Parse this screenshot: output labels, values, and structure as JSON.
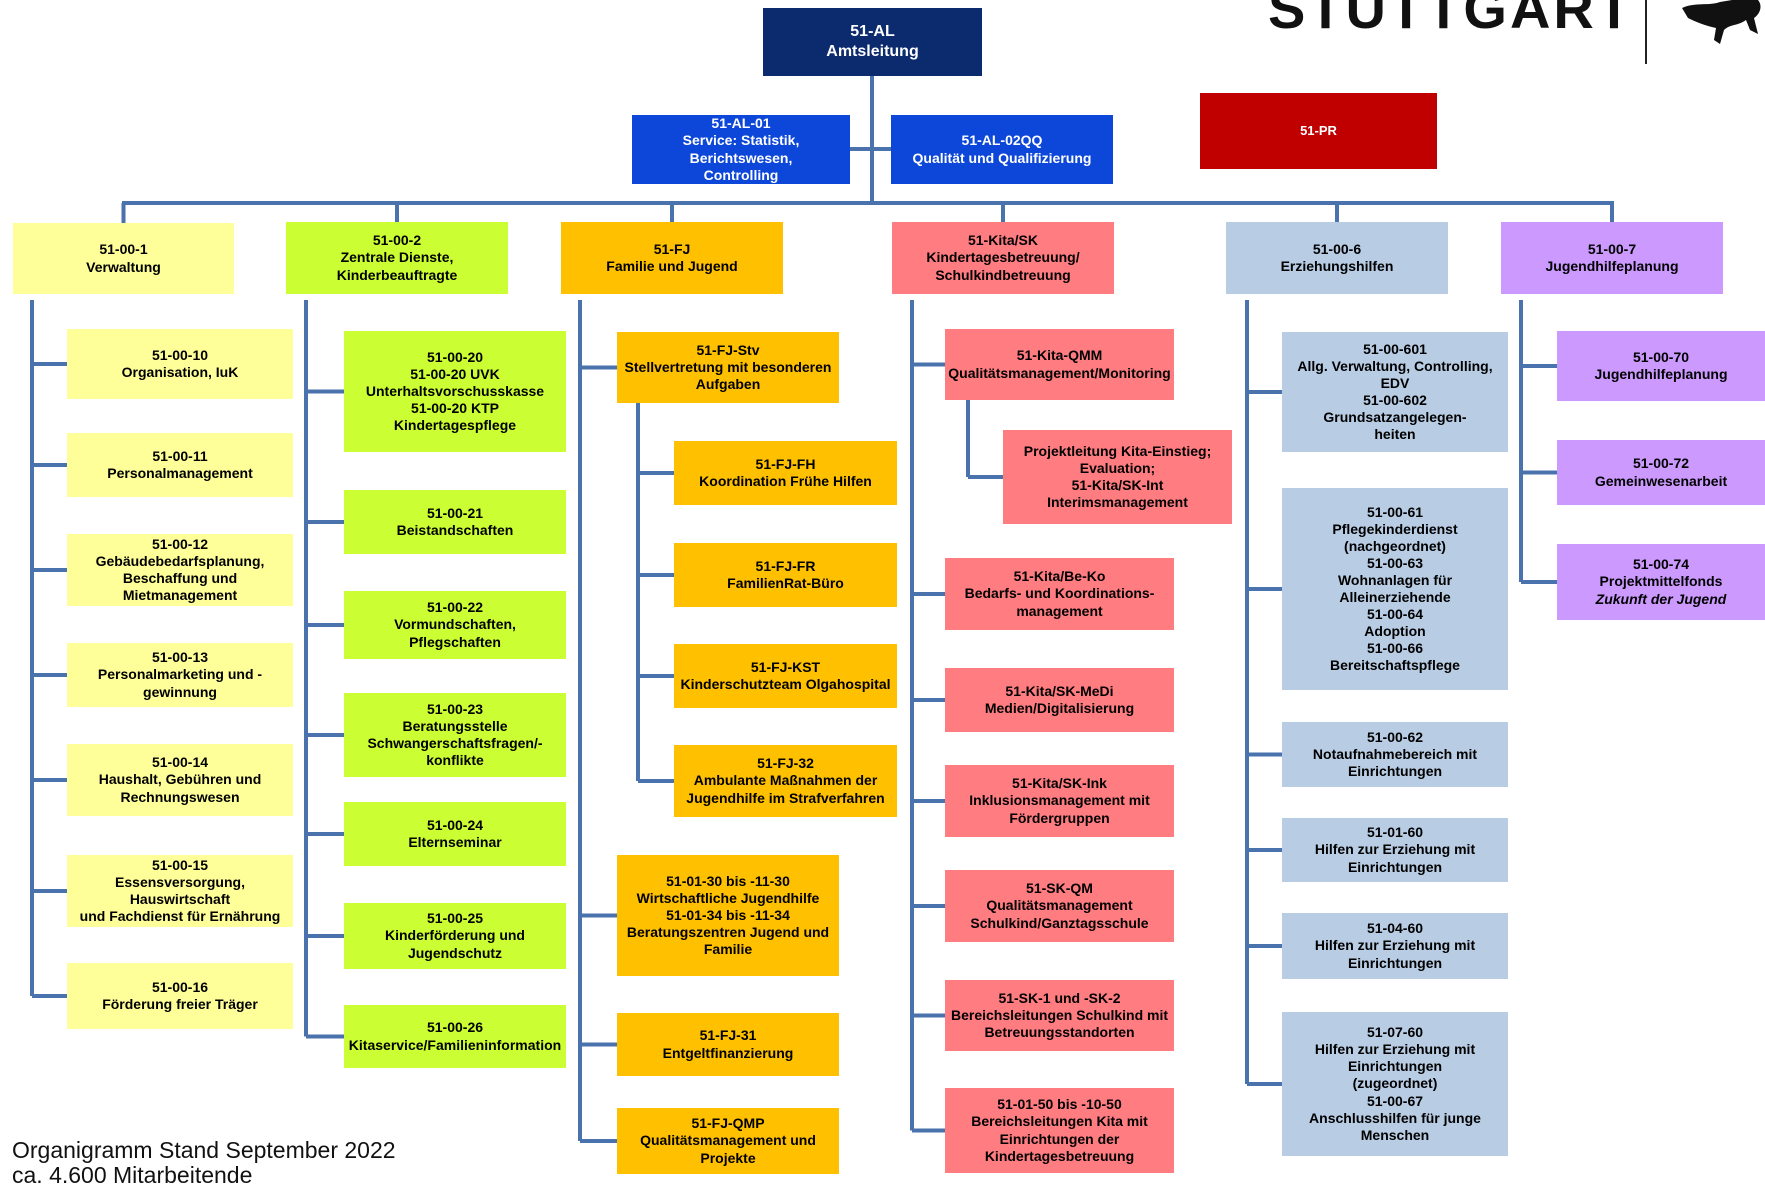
{
  "header": {
    "logo_text": "STUTTGART"
  },
  "footer": {
    "line1": "Organigramm Stand September 2022",
    "line2": "ca. 4.600 Mitarbeitende"
  },
  "colors": {
    "connector": "#4a72ad",
    "navy": "#0c2a6e",
    "blue": "#0d47d9",
    "red": "#c00000",
    "yellow": "#ffff99",
    "lime": "#ccff33",
    "orange": "#ffc000",
    "salmon": "#ff7c80",
    "lightblue": "#b8cce4",
    "lavender": "#cc99ff"
  },
  "top": {
    "amtsleitung": {
      "lines": [
        "51-AL",
        "Amtsleitung"
      ]
    },
    "service": {
      "lines": [
        "51-AL-01",
        "Service: Statistik, Berichtswesen,",
        "Controlling"
      ]
    },
    "qualitaet": {
      "lines": [
        "51-AL-02QQ",
        "Qualität und Qualifizierung"
      ]
    },
    "pr": {
      "lines": [
        "51-PR"
      ]
    }
  },
  "columns": [
    {
      "id": "verwaltung",
      "color": "yellow",
      "header": {
        "lines": [
          "51-00-1",
          "Verwaltung"
        ]
      },
      "items": [
        {
          "lines": [
            "51-00-10",
            "Organisation, IuK"
          ]
        },
        {
          "lines": [
            "51-00-11",
            "Personalmanagement"
          ]
        },
        {
          "lines": [
            "51-00-12",
            "Gebäudebedarfsplanung,",
            "Beschaffung und Mietmanagement"
          ]
        },
        {
          "lines": [
            "51-00-13",
            "Personalmarketing und -gewinnung"
          ]
        },
        {
          "lines": [
            "51-00-14",
            "Haushalt, Gebühren und",
            "Rechnungswesen"
          ]
        },
        {
          "lines": [
            "51-00-15",
            "Essensversorgung, Hauswirtschaft",
            "und Fachdienst für Ernährung"
          ]
        },
        {
          "lines": [
            "51-00-16",
            "Förderung freier Träger"
          ]
        }
      ]
    },
    {
      "id": "zentrale-dienste",
      "color": "lime",
      "header": {
        "lines": [
          "51-00-2",
          "Zentrale Dienste,",
          "Kinderbeauftragte"
        ]
      },
      "items": [
        {
          "lines": [
            "51-00-20",
            "51-00-20 UVK",
            "Unterhaltsvorschusskasse",
            "51-00-20 KTP",
            "Kindertagespflege"
          ]
        },
        {
          "lines": [
            "51-00-21",
            "Beistandschaften"
          ]
        },
        {
          "lines": [
            "51-00-22",
            "Vormundschaften, Pflegschaften"
          ]
        },
        {
          "lines": [
            "51-00-23",
            "Beratungsstelle",
            "Schwangerschaftsfragen/-konflikte"
          ]
        },
        {
          "lines": [
            "51-00-24",
            "Elternseminar"
          ]
        },
        {
          "lines": [
            "51-00-25",
            "Kinderförderung und Jugendschutz"
          ]
        },
        {
          "lines": [
            "51-00-26",
            "Kitaservice/Familieninformation"
          ]
        }
      ]
    },
    {
      "id": "familie-jugend",
      "color": "orange",
      "header": {
        "lines": [
          "51-FJ",
          "Familie und Jugend"
        ]
      },
      "items": [
        {
          "lines": [
            "51-FJ-Stv",
            "Stellvertretung mit besonderen",
            "Aufgaben"
          ],
          "children": [
            {
              "lines": [
                "51-FJ-FH",
                "Koordination Frühe Hilfen"
              ]
            },
            {
              "lines": [
                "51-FJ-FR",
                "FamilienRat-Büro"
              ]
            },
            {
              "lines": [
                "51-FJ-KST",
                "Kinderschutzteam Olgahospital"
              ]
            },
            {
              "lines": [
                "51-FJ-32",
                "Ambulante Maßnahmen der",
                "Jugendhilfe im Strafverfahren"
              ]
            }
          ]
        },
        {
          "lines": [
            "51-01-30 bis -11-30",
            "Wirtschaftliche Jugendhilfe",
            "51-01-34 bis -11-34",
            "Beratungszentren Jugend und",
            "Familie"
          ]
        },
        {
          "lines": [
            "51-FJ-31",
            "Entgeltfinanzierung"
          ]
        },
        {
          "lines": [
            "51-FJ-QMP",
            "Qualitätsmanagement und Projekte"
          ]
        }
      ]
    },
    {
      "id": "kita",
      "color": "salmon",
      "header": {
        "lines": [
          "51-Kita/SK",
          "Kindertagesbetreuung/",
          "Schulkindbetreuung"
        ]
      },
      "items": [
        {
          "lines": [
            "51-Kita-QMM",
            "Qualitätsmanagement/Monitoring"
          ],
          "children": [
            {
              "lines": [
                "Projektleitung Kita-Einstieg;",
                "Evaluation;",
                "51-Kita/SK-Int",
                "Interimsmanagement"
              ]
            }
          ]
        },
        {
          "lines": [
            "51-Kita/Be-Ko",
            "Bedarfs- und Koordinations-",
            "management"
          ]
        },
        {
          "lines": [
            "51-Kita/SK-MeDi",
            "Medien/Digitalisierung"
          ]
        },
        {
          "lines": [
            "51-Kita/SK-Ink",
            "Inklusionsmanagement mit",
            "Fördergruppen"
          ]
        },
        {
          "lines": [
            "51-SK-QM",
            "Qualitätsmanagement",
            "Schulkind/Ganztagsschule"
          ]
        },
        {
          "lines": [
            "51-SK-1 und -SK-2",
            "Bereichsleitungen Schulkind mit",
            "Betreuungsstandorten"
          ]
        },
        {
          "lines": [
            "51-01-50 bis -10-50",
            "Bereichsleitungen Kita mit",
            "Einrichtungen der",
            "Kindertagesbetreuung"
          ]
        }
      ]
    },
    {
      "id": "erziehungshilfen",
      "color": "lightblue",
      "header": {
        "lines": [
          "51-00-6",
          "Erziehungshilfen"
        ]
      },
      "items": [
        {
          "lines": [
            "51-00-601",
            "Allg. Verwaltung, Controlling, EDV",
            "51-00-602",
            "Grundsatzangelegen-",
            "heiten"
          ]
        },
        {
          "lines": [
            "51-00-61",
            "Pflegekinderdienst",
            "(nachgeordnet)",
            "51-00-63",
            "Wohnanlagen für Alleinerziehende",
            "51-00-64",
            "Adoption",
            "51-00-66",
            "Bereitschaftspflege"
          ]
        },
        {
          "lines": [
            "51-00-62",
            "Notaufnahmebereich mit",
            "Einrichtungen"
          ]
        },
        {
          "lines": [
            "51-01-60",
            "Hilfen zur Erziehung mit",
            "Einrichtungen"
          ]
        },
        {
          "lines": [
            "51-04-60",
            "Hilfen zur Erziehung mit",
            "Einrichtungen"
          ]
        },
        {
          "lines": [
            "51-07-60",
            "Hilfen zur Erziehung mit",
            "Einrichtungen",
            "(zugeordnet)",
            "51-00-67",
            "Anschlusshilfen für junge",
            "Menschen"
          ]
        }
      ]
    },
    {
      "id": "jugendhilfeplanung",
      "color": "lavender",
      "header": {
        "lines": [
          "51-00-7",
          "Jugendhilfeplanung"
        ]
      },
      "items": [
        {
          "lines": [
            "51-00-70",
            "Jugendhilfeplanung"
          ]
        },
        {
          "lines": [
            "51-00-72",
            "Gemeinwesenarbeit"
          ]
        },
        {
          "lines": [
            "51-00-74",
            "Projektmittelfonds",
            "Zukunft der Jugend"
          ],
          "italic_last": true
        }
      ]
    }
  ]
}
